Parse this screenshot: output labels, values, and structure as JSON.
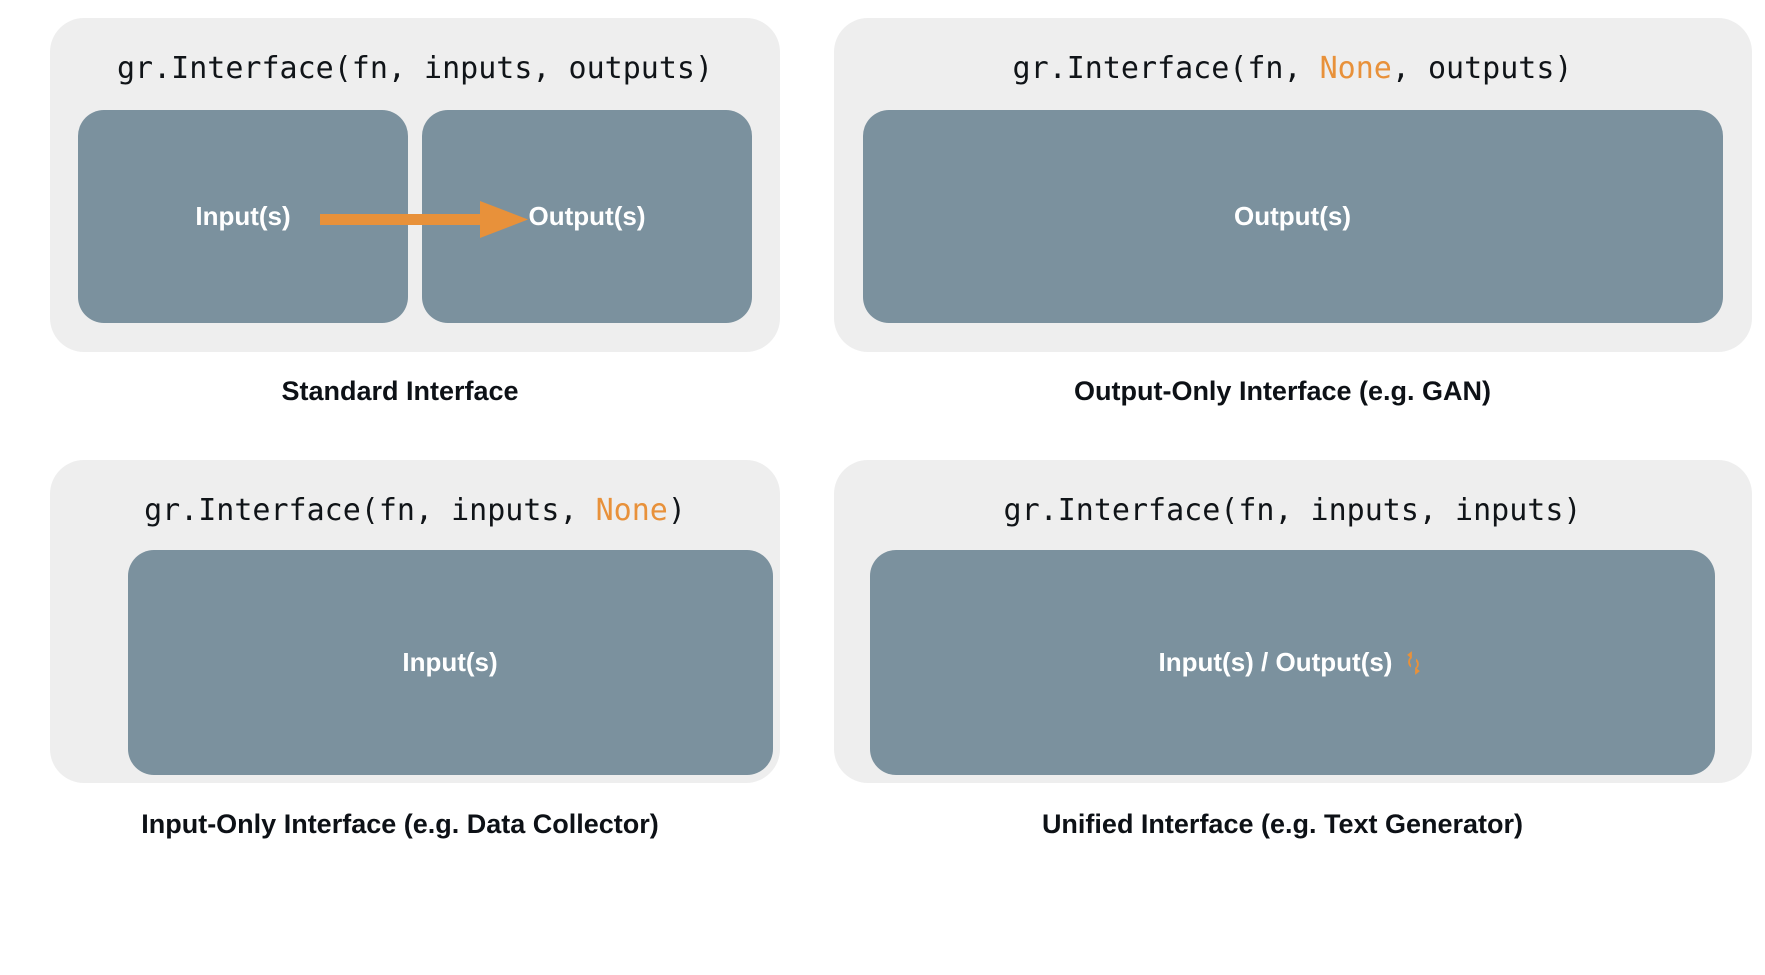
{
  "accent_color": "#e8913a",
  "box_color": "#7b919e",
  "panel_color": "#eeeeee",
  "panels": [
    {
      "id": "standard-interface",
      "code_prefix": "gr.Interface(fn, inputs, outputs)",
      "code_part1": "gr.Interface(fn, inputs, outputs)",
      "code_highlight": "",
      "code_part2": "",
      "boxes": [
        "Input(s)",
        "Output(s)"
      ],
      "arrow": "right-arrow",
      "caption": "Standard Interface"
    },
    {
      "id": "output-only-interface",
      "code_part1": "gr.Interface(fn, ",
      "code_highlight": "None",
      "code_part2": ", outputs)",
      "boxes": [
        "Output(s)"
      ],
      "caption": "Output-Only Interface (e.g. GAN)"
    },
    {
      "id": "input-only-interface",
      "code_part1": "gr.Interface(fn, inputs, ",
      "code_highlight": "None",
      "code_part2": ")",
      "boxes": [
        "Input(s)"
      ],
      "caption": "Input-Only Interface (e.g. Data Collector)"
    },
    {
      "id": "unified-interface",
      "code_part1": "gr.Interface(fn, inputs, inputs)",
      "code_highlight": "",
      "code_part2": "",
      "boxes": [
        "Input(s) / Output(s)"
      ],
      "icon": "sync-arrows-icon",
      "caption": "Unified Interface (e.g. Text Generator)"
    }
  ]
}
